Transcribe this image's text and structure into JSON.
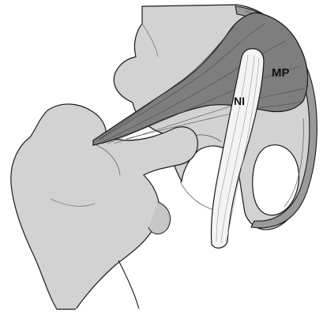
{
  "labels": {
    "muscle": "MP",
    "nerve": "NI"
  },
  "colors": {
    "bone_fill": "#d2d2d2",
    "bone_shadow": "#bdbdbd",
    "muscle_fill": "#7e7e7e",
    "muscle_dark": "#5e5e5e",
    "nerve_fill": "#f4f4f4",
    "outline": "#1a1a1a",
    "background": "#ffffff"
  },
  "structures": [
    "pelvis-bone",
    "femur-bone",
    "muscle-band",
    "nerve-strand"
  ]
}
